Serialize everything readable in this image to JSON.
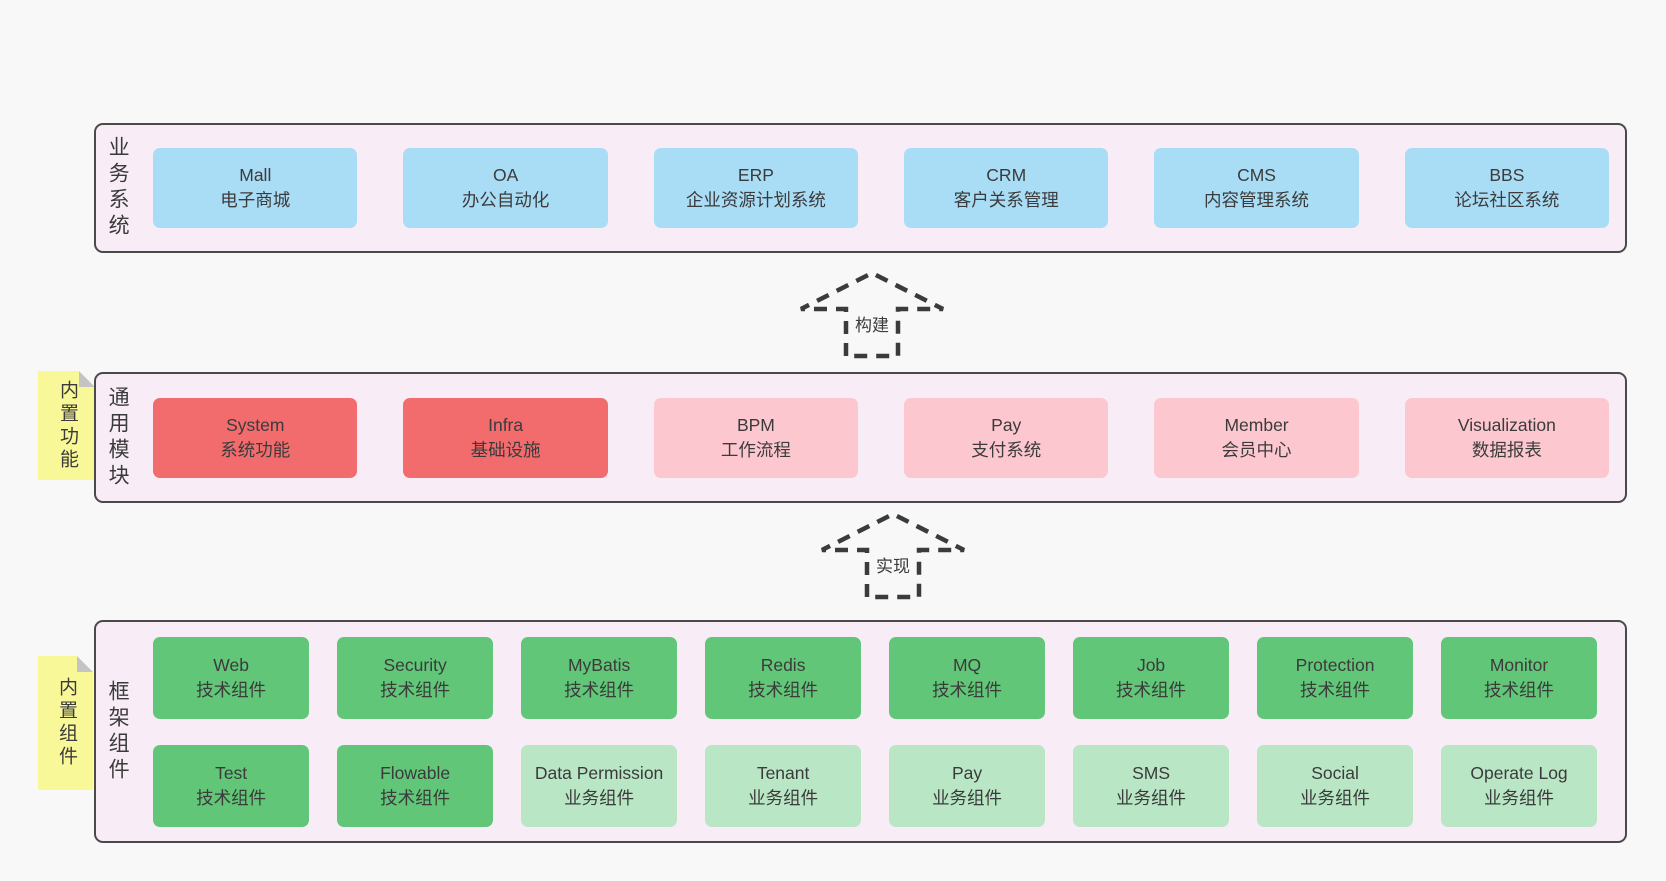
{
  "colors": {
    "page_bg": "#f8f8f8",
    "panel_bg": "#f8edf7",
    "panel_border": "#4a4a4a",
    "box_blue": "#a9dcf5",
    "box_red": "#f26b6d",
    "box_pink": "#fcc7cf",
    "box_green": "#61c677",
    "box_green_light": "#b9e6c4",
    "sticky_yellow": "#f9f898",
    "sticky_fold": "#c4c4c4",
    "text": "#3b3b3b",
    "arrow_stroke": "#3b3b3b"
  },
  "arrows": {
    "build": "构建",
    "implement": "实现"
  },
  "business": {
    "label": "业务系统",
    "boxes": [
      {
        "en": "Mall",
        "zh": "电子商城",
        "variant": "blue"
      },
      {
        "en": "OA",
        "zh": "办公自动化",
        "variant": "blue"
      },
      {
        "en": "ERP",
        "zh": "企业资源计划系统",
        "variant": "blue"
      },
      {
        "en": "CRM",
        "zh": "客户关系管理",
        "variant": "blue"
      },
      {
        "en": "CMS",
        "zh": "内容管理系统",
        "variant": "blue"
      },
      {
        "en": "BBS",
        "zh": "论坛社区系统",
        "variant": "blue"
      }
    ]
  },
  "common": {
    "label": "通用模块",
    "sticky": "内置功能",
    "boxes": [
      {
        "en": "System",
        "zh": "系统功能",
        "variant": "red"
      },
      {
        "en": "Infra",
        "zh": "基础设施",
        "variant": "red"
      },
      {
        "en": "BPM",
        "zh": "工作流程",
        "variant": "pink"
      },
      {
        "en": "Pay",
        "zh": "支付系统",
        "variant": "pink"
      },
      {
        "en": "Member",
        "zh": "会员中心",
        "variant": "pink"
      },
      {
        "en": "Visualization",
        "zh": "数据报表",
        "variant": "pink"
      }
    ]
  },
  "framework": {
    "label": "框架组件",
    "sticky": "内置组件",
    "row1": [
      {
        "en": "Web",
        "zh": "技术组件",
        "variant": "green"
      },
      {
        "en": "Security",
        "zh": "技术组件",
        "variant": "green"
      },
      {
        "en": "MyBatis",
        "zh": "技术组件",
        "variant": "green"
      },
      {
        "en": "Redis",
        "zh": "技术组件",
        "variant": "green"
      },
      {
        "en": "MQ",
        "zh": "技术组件",
        "variant": "green"
      },
      {
        "en": "Job",
        "zh": "技术组件",
        "variant": "green"
      },
      {
        "en": "Protection",
        "zh": "技术组件",
        "variant": "green"
      },
      {
        "en": "Monitor",
        "zh": "技术组件",
        "variant": "green"
      }
    ],
    "row2": [
      {
        "en": "Test",
        "zh": "技术组件",
        "variant": "green"
      },
      {
        "en": "Flowable",
        "zh": "技术组件",
        "variant": "green"
      },
      {
        "en": "Data Permission",
        "zh": "业务组件",
        "variant": "green-light"
      },
      {
        "en": "Tenant",
        "zh": "业务组件",
        "variant": "green-light"
      },
      {
        "en": "Pay",
        "zh": "业务组件",
        "variant": "green-light"
      },
      {
        "en": "SMS",
        "zh": "业务组件",
        "variant": "green-light"
      },
      {
        "en": "Social",
        "zh": "业务组件",
        "variant": "green-light"
      },
      {
        "en": "Operate Log",
        "zh": "业务组件",
        "variant": "green-light"
      }
    ]
  }
}
